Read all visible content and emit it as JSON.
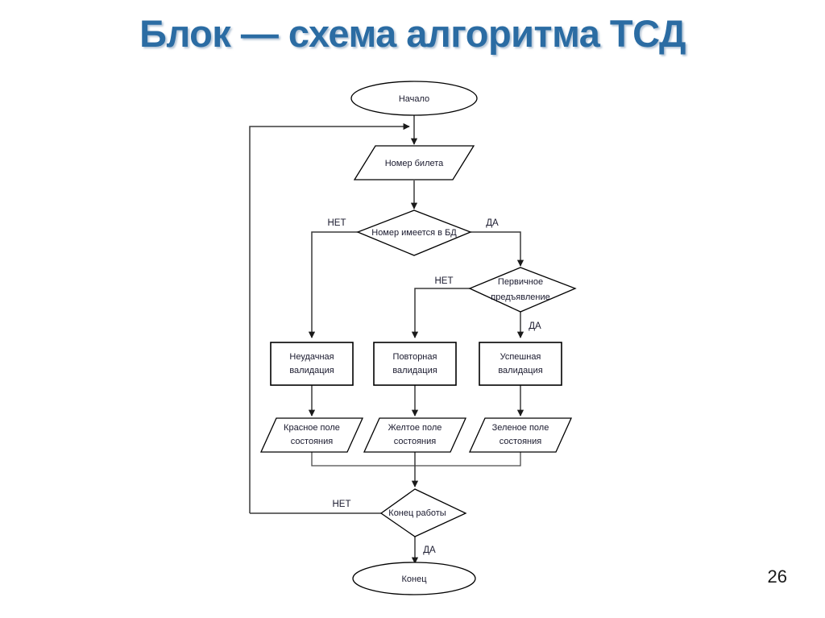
{
  "slide": {
    "title": "Блок — схема алгоритма ТСД",
    "title_color": "#2b6ca3",
    "page_number": "26",
    "background": "#ffffff"
  },
  "diagram": {
    "type": "flowchart",
    "line_color": "#3a3a3a",
    "shape_fill": "#ffffff",
    "shape_stroke": "#000000",
    "nodes": {
      "start": {
        "shape": "terminal",
        "label": "Начало"
      },
      "input_ticket": {
        "shape": "io-parallelogram",
        "label": "Номер билета"
      },
      "decision_in_db": {
        "shape": "decision",
        "label": "Номер имеется в БД"
      },
      "decision_first_show": {
        "shape": "decision",
        "label_line1": "Первичное",
        "label_line2": "предъявление"
      },
      "proc_failed": {
        "shape": "process",
        "label_line1": "Неудачная",
        "label_line2": "валидация"
      },
      "proc_repeat": {
        "shape": "process",
        "label_line1": "Повторная",
        "label_line2": "валидация"
      },
      "proc_success": {
        "shape": "process",
        "label_line1": "Успешная",
        "label_line2": "валидация"
      },
      "out_red": {
        "shape": "io-parallelogram",
        "label_line1": "Красное поле",
        "label_line2": "состояния"
      },
      "out_yellow": {
        "shape": "io-parallelogram",
        "label_line1": "Желтое поле",
        "label_line2": "состояния"
      },
      "out_green": {
        "shape": "io-parallelogram",
        "label_line1": "Зеленое поле",
        "label_line2": "состояния"
      },
      "decision_end_work": {
        "shape": "decision",
        "label": "Конец работы"
      },
      "end": {
        "shape": "terminal",
        "label": "Конец"
      }
    },
    "branch_labels": {
      "in_db_no": "НЕТ",
      "in_db_yes": "ДА",
      "first_show_no": "НЕТ",
      "first_show_yes": "ДА",
      "end_work_no": "НЕТ",
      "end_work_yes": "ДА"
    }
  }
}
